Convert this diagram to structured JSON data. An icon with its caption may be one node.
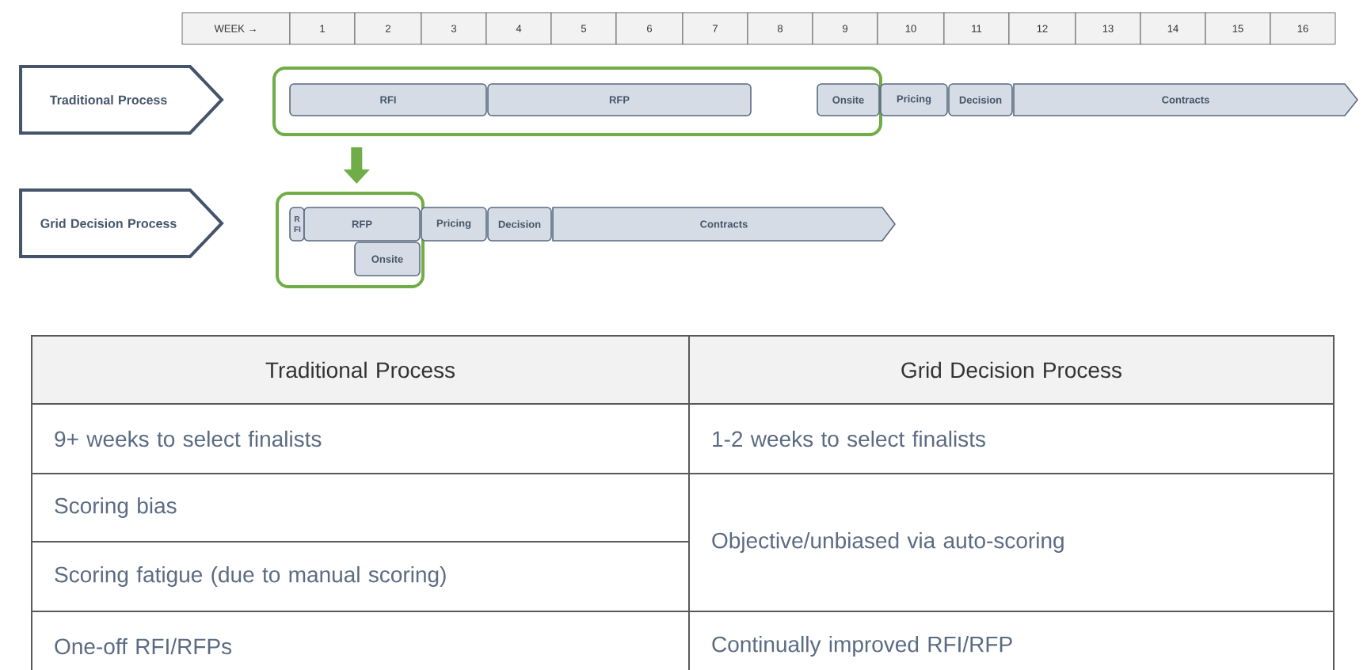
{
  "diagram": {
    "nodes": [
      {
        "text": [
          "Traditional Process"
        ]
      },
      {
        "text": [],
        "shape": "box"
      },
      {
        "text": [
          "RFI"
        ],
        "in": 1
      },
      {
        "text": [
          "RFP"
        ],
        "in": 1
      },
      {
        "text": [
          "Onsite"
        ],
        "in": 1
      },
      {
        "text": [
          "Pricing"
        ]
      },
      {
        "text": [
          "Decision"
        ]
      },
      {
        "text": [
          "Contracts"
        ]
      },
      {
        "text": [
          "Grid Decision Process"
        ]
      },
      {
        "text": [],
        "shape": "box"
      },
      {
        "text": [
          "R FI"
        ],
        "in": 9
      },
      {
        "text": [
          "RFP"
        ],
        "in": 9
      },
      {
        "text": [
          "Onsite"
        ],
        "in": 9
      },
      {
        "text": [
          "Pricing"
        ]
      },
      {
        "text": [
          "Decision"
        ]
      },
      {
        "text": [
          "Contracts"
        ]
      }
    ],
    "edges": [
      {
        "from": 1,
        "to": 9,
        "arrow": "to",
        "color": "#70ad47"
      }
    ],
    "labels": [
      "WEEK →",
      "1",
      "2",
      "3",
      "4",
      "5",
      "6",
      "7",
      "8",
      "9",
      "10",
      "11",
      "12",
      "13",
      "14",
      "15",
      "16",
      "Traditional Process",
      "Grid Decision Process",
      "9+ weeks to select finalists",
      "1-2 weeks to select finalists",
      "Scoring bias",
      "Objective/unbiased via auto-scoring",
      "Scoring fatigue (due to manual scoring)",
      "One-off RFI/RFPs",
      "Continually improved RFI/RFP"
    ]
  }
}
